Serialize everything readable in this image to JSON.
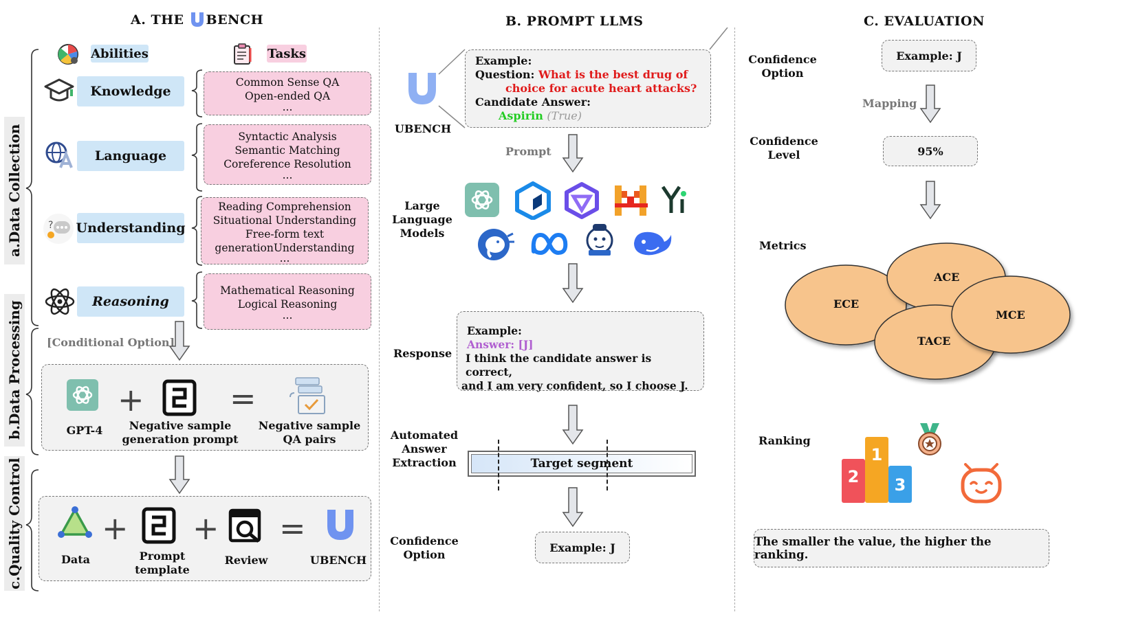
{
  "sections": {
    "a_title_prefix": "A. THE",
    "a_title_suffix": "BENCH",
    "b_title": "B. PROMPT LLMS",
    "c_title": "C. EVALUATION"
  },
  "stages": {
    "data_collection": "a.Data Collection",
    "data_processing": "b.Data Processing",
    "quality_control": "c.Quality Control"
  },
  "headers": {
    "abilities": "Abilities",
    "tasks": "Tasks"
  },
  "abilities": [
    {
      "label": "Knowledge",
      "icon": "graduation-cap-icon",
      "tasks": [
        "Common Sense QA",
        "Open-ended QA",
        "..."
      ]
    },
    {
      "label": "Language",
      "icon": "globe-letter-icon",
      "tasks": [
        "Syntactic Analysis",
        "Semantic Matching",
        "Coreference Resolution",
        "..."
      ]
    },
    {
      "label": "Understanding",
      "icon": "chat-bubble-icon",
      "tasks": [
        "Reading Comprehension",
        "Situational Understanding",
        "Free-form text",
        "generationUnderstanding",
        "..."
      ]
    },
    {
      "label": "Reasoning",
      "icon": "atom-icon",
      "tasks": [
        "Mathematical Reasoning",
        "Logical Reasoning",
        "..."
      ]
    }
  ],
  "processing": {
    "conditional_option": "[Conditional Option]",
    "gpt4": "GPT-4",
    "neg_prompt_l1": "Negative sample",
    "neg_prompt_l2": "generation prompt",
    "neg_pairs_l1": "Negative sample",
    "neg_pairs_l2": "QA pairs",
    "plus": "+",
    "equals": "="
  },
  "quality": {
    "data": "Data",
    "prompt_l1": "Prompt",
    "prompt_l2": "template",
    "review": "Review",
    "ubench": "UBENCH"
  },
  "prompt": {
    "ubench_label": "UBENCH",
    "example": "Example:",
    "question_label": "Question:",
    "question_l1": "What is the best drug of",
    "question_l2": "choice for acute heart attacks?",
    "candidate_label": "Candidate Answer:",
    "answer": "Aspirin",
    "answer_tag": "(True)",
    "prompt_arrow": "Prompt",
    "llm_l1": "Large",
    "llm_l2": "Language",
    "llm_l3": "Models",
    "response_label": "Response",
    "resp_example": "Example:",
    "resp_answer": "Answer: [J]",
    "resp_l1": "I think the candidate answer is correct,",
    "resp_l2": "and I am very confident, so I choose J.",
    "extract_l1": "Automated",
    "extract_l2": "Answer",
    "extract_l3": "Extraction",
    "target_segment": "Target segment",
    "conf_opt_l1": "Confidence",
    "conf_opt_l2": "Option",
    "conf_example": "Example: J"
  },
  "evaluation": {
    "conf_opt_l1": "Confidence",
    "conf_opt_l2": "Option",
    "example": "Example: J",
    "mapping": "Mapping",
    "conf_lvl_l1": "Confidence",
    "conf_lvl_l2": "Level",
    "percent": "95%",
    "metrics": "Metrics",
    "ece": "ECE",
    "ace": "ACE",
    "mce": "MCE",
    "tace": "TACE",
    "ranking": "Ranking",
    "rank1": "1",
    "rank2": "2",
    "rank3": "3",
    "note": "The smaller the value, the higher the ranking."
  },
  "colors": {
    "ability_bg": "#cfe6f7",
    "task_bg": "#f8cfe0",
    "question_red": "#e01b1b",
    "answer_green": "#22cc22",
    "answer_purple": "#b05fd0",
    "ellipse": "#f7c48c",
    "podium_1": "#f5a623",
    "podium_2": "#f0525a",
    "podium_3": "#3aa0e8"
  }
}
